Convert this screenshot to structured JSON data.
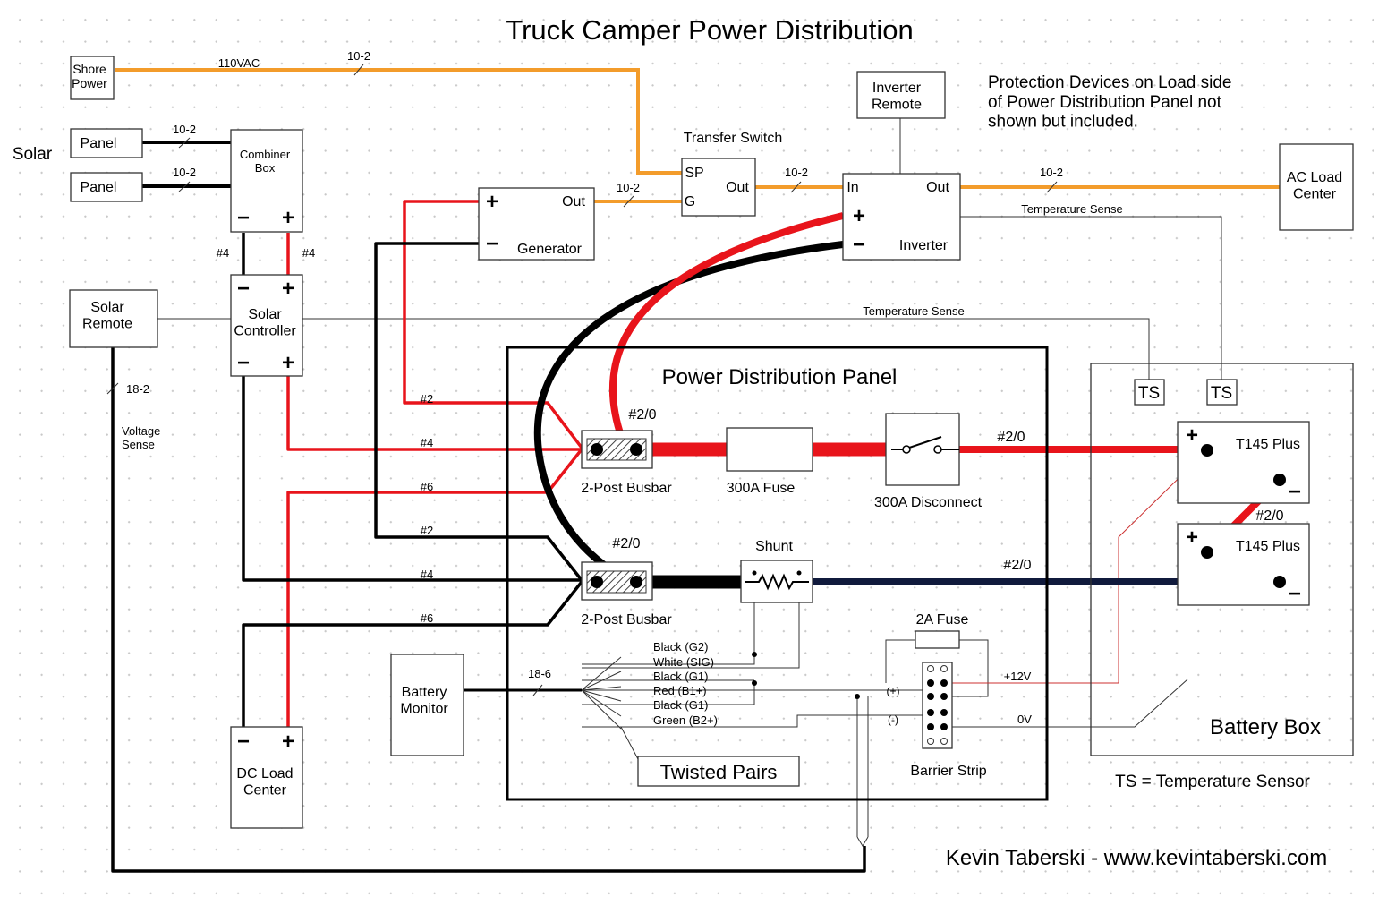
{
  "title": "Truck Camper Power Distribution",
  "colors": {
    "ac_wire": "#f39c2b",
    "dc_positive": "#e8141b",
    "dc_negative": "#000000",
    "negative_main": "#101a3c",
    "signal": "#cc3030"
  },
  "components": {
    "shore_power": "Shore\nPower",
    "solar": "Solar",
    "panel_1": "Panel",
    "panel_2": "Panel",
    "combiner_box": "Combiner\nBox",
    "solar_remote": "Solar\nRemote",
    "solar_controller": "Solar\nController",
    "generator": "Generator",
    "generator_out": "Out",
    "transfer_switch": "Transfer Switch",
    "ts_sp": "SP",
    "ts_g": "G",
    "ts_out": "Out",
    "inverter_remote": "Inverter\nRemote",
    "inverter": "Inverter",
    "inverter_in": "In",
    "inverter_out": "Out",
    "ac_load_center": "AC Load\nCenter",
    "power_distribution_panel": "Power Distribution Panel",
    "busbar_pos": "2-Post Busbar",
    "busbar_neg": "2-Post Busbar",
    "fuse_300a": "300A Fuse",
    "disconnect_300a": "300A Disconnect",
    "shunt": "Shunt",
    "fuse_2a": "2A Fuse",
    "battery_monitor": "Battery\nMonitor",
    "twisted_pairs": "Twisted Pairs",
    "barrier_strip": "Barrier Strip",
    "dc_load_center": "DC Load\nCenter",
    "battery_box": "Battery Box",
    "battery_1": "T145 Plus",
    "battery_2": "T145 Plus",
    "temp_sensor_1": "TS",
    "temp_sensor_2": "TS"
  },
  "wire_labels": {
    "ac_110": "110VAC",
    "shore_gauge": "10-2",
    "panel1_gauge": "10-2",
    "panel2_gauge": "10-2",
    "gen_gauge": "10-2",
    "ts_inv_gauge": "10-2",
    "inv_ac_gauge": "10-2",
    "combiner_neg": "#4",
    "combiner_pos": "#4",
    "remote_gauge": "18-2",
    "voltage_sense": "Voltage\nSense",
    "temp_sense_1": "Temperature Sense",
    "temp_sense_2": "Temperature Sense",
    "pos_busbar": "#2/0",
    "pos_gen": "#2",
    "pos_solar": "#4",
    "pos_dc": "#6",
    "neg_gen": "#2",
    "neg_solar": "#4",
    "neg_dc": "#6",
    "neg_busbar": "#2/0",
    "main_pos": "#2/0",
    "main_neg": "#2/0",
    "battery_jumper": "#2/0",
    "monitor_gauge": "18-6",
    "v12": "+12V",
    "v0": "0V",
    "plus": "(+)",
    "minus": "(-)"
  },
  "monitor_wires": [
    "Black (G2)",
    "White (SIG)",
    "Black (G1)",
    "Red (B1+)",
    "Black (G1)",
    "Green (B2+)"
  ],
  "notes": {
    "protection": "Protection Devices on Load side\nof Power Distribution Panel not\nshown but included.",
    "ts_legend": "TS = Temperature Sensor",
    "credit": "Kevin Taberski - www.kevintaberski.com"
  }
}
